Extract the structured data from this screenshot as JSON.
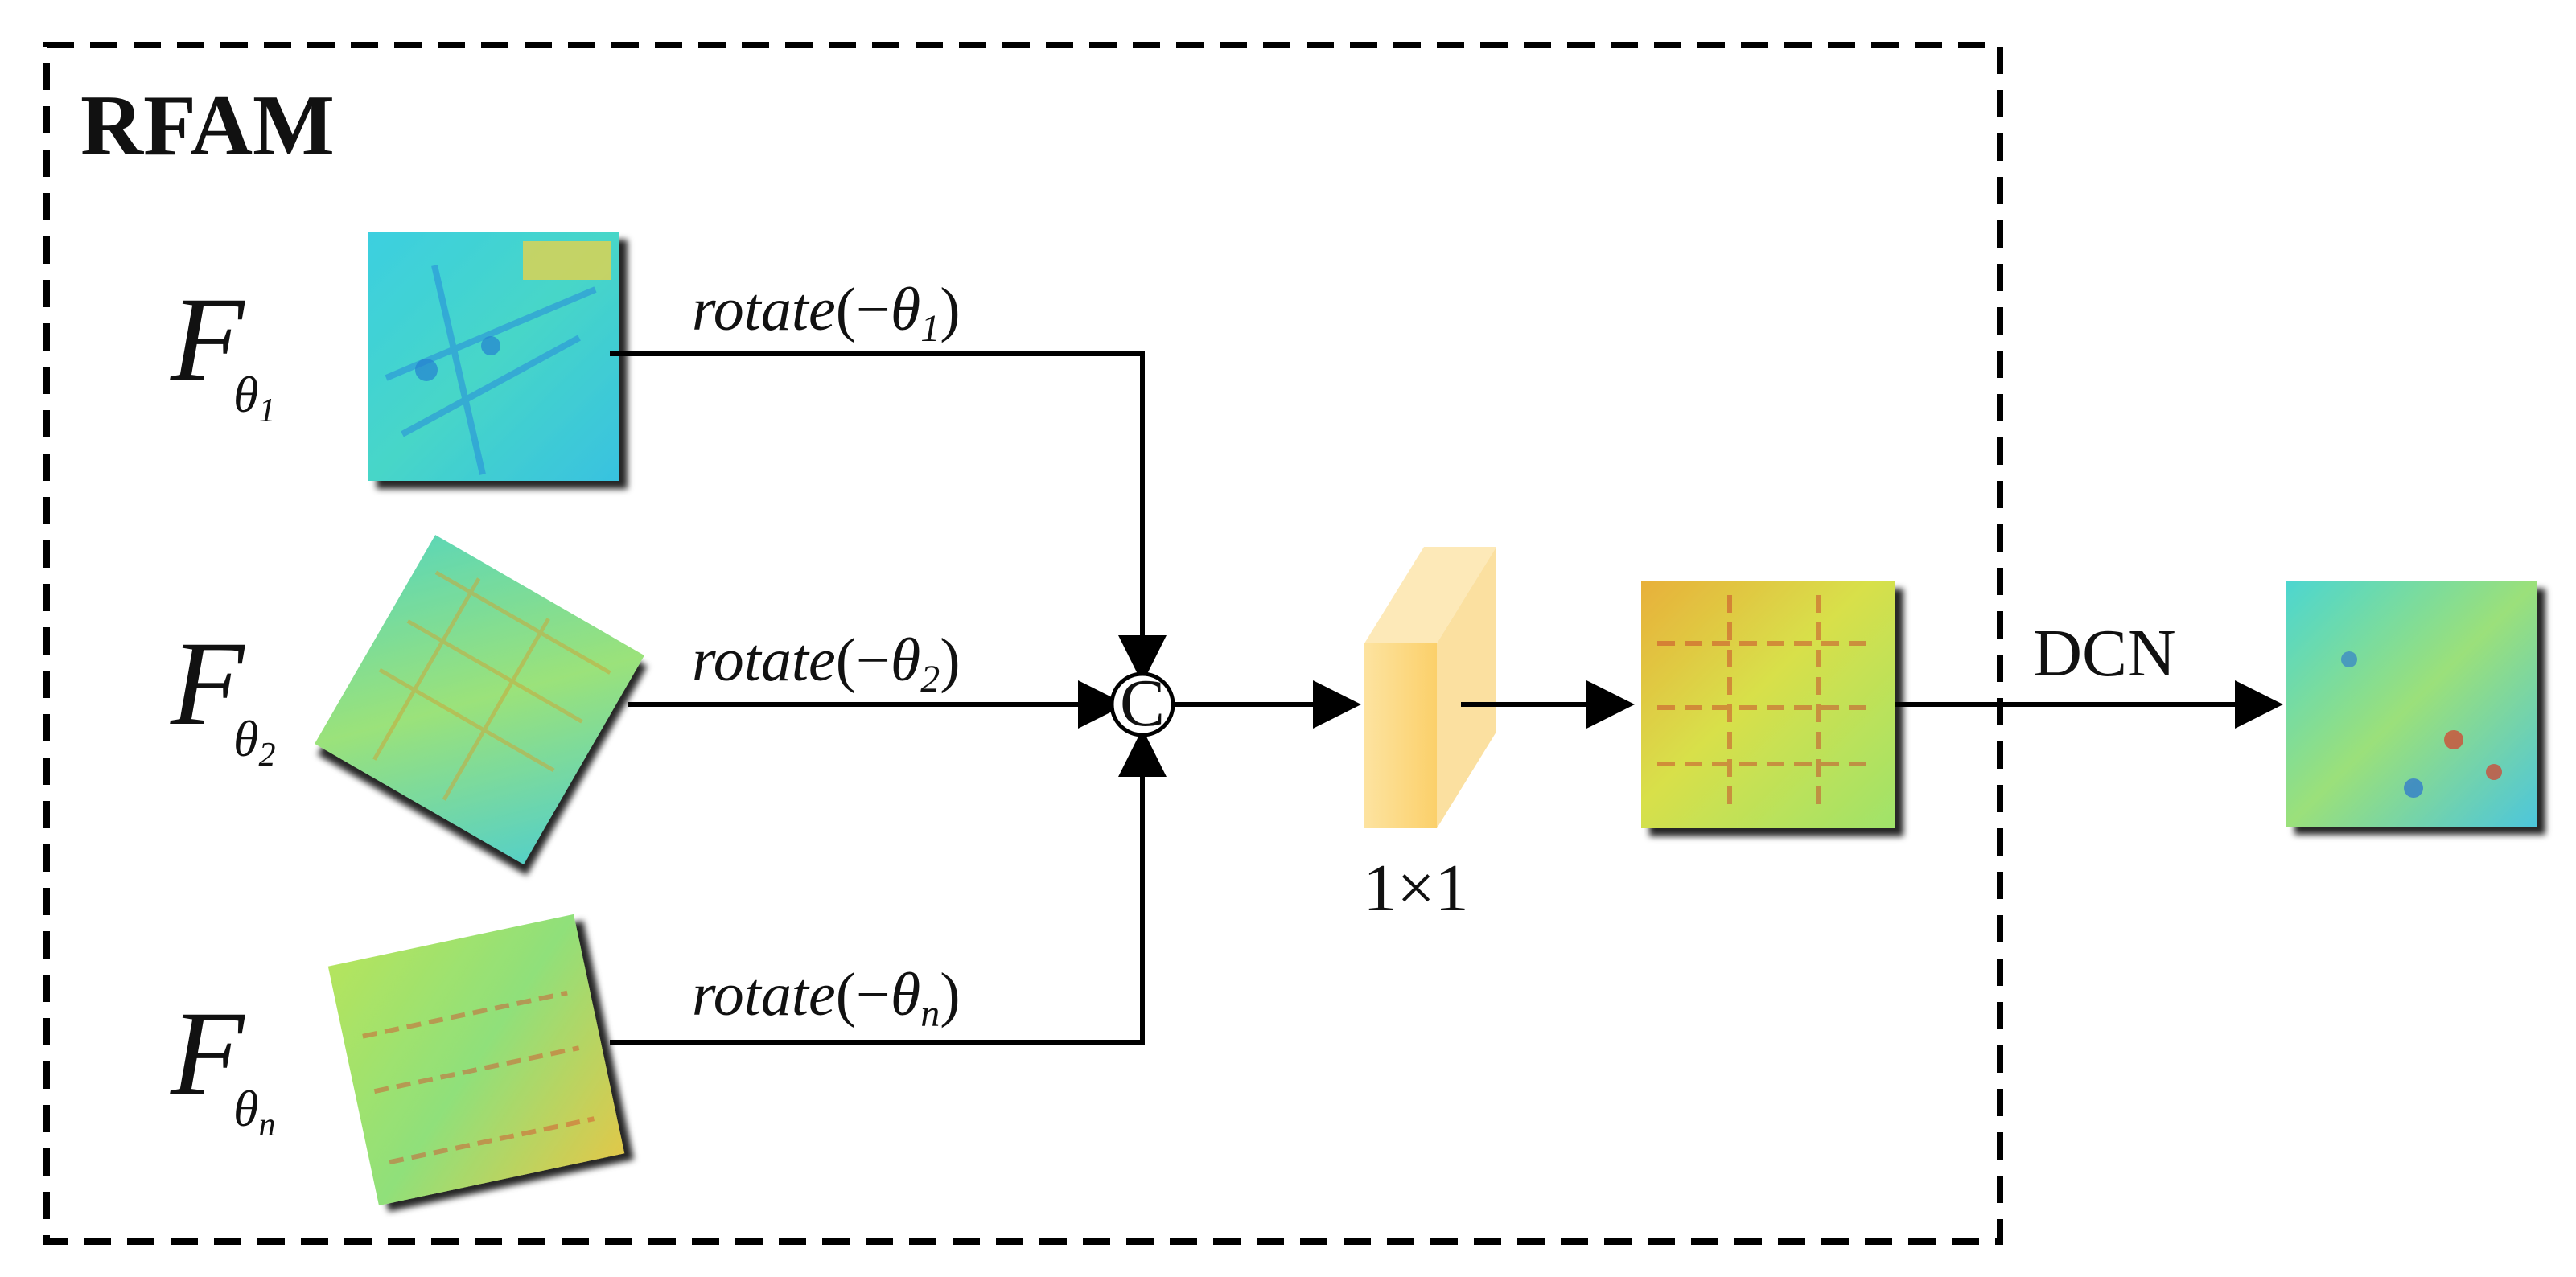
{
  "module": {
    "title": "RFAM"
  },
  "inputs": [
    {
      "symbol": "F",
      "subscript_var": "θ",
      "subscript_index": "1",
      "rotate_fn": "rotate",
      "rotate_open": "(−",
      "rotate_var": "θ",
      "rotate_index": "1",
      "rotate_close": ")"
    },
    {
      "symbol": "F",
      "subscript_var": "θ",
      "subscript_index": "2",
      "rotate_fn": "rotate",
      "rotate_open": "(−",
      "rotate_var": "θ",
      "rotate_index": "2",
      "rotate_close": ")"
    },
    {
      "symbol": "F",
      "subscript_var": "θ",
      "subscript_index": "n",
      "rotate_fn": "rotate",
      "rotate_open": "(−",
      "rotate_var": "θ",
      "rotate_index": "n",
      "rotate_close": ")"
    }
  ],
  "concat": {
    "symbol": "C"
  },
  "conv": {
    "label": "1×1"
  },
  "output": {
    "label": "DCN"
  },
  "colors": {
    "feature_blue": "#3fc8d6",
    "feature_green": "#8de07a",
    "feature_yellow": "#e9e050",
    "feature_red": "#d8452a",
    "conv_face": "#fbd36e",
    "conv_top": "#fde7b0"
  }
}
